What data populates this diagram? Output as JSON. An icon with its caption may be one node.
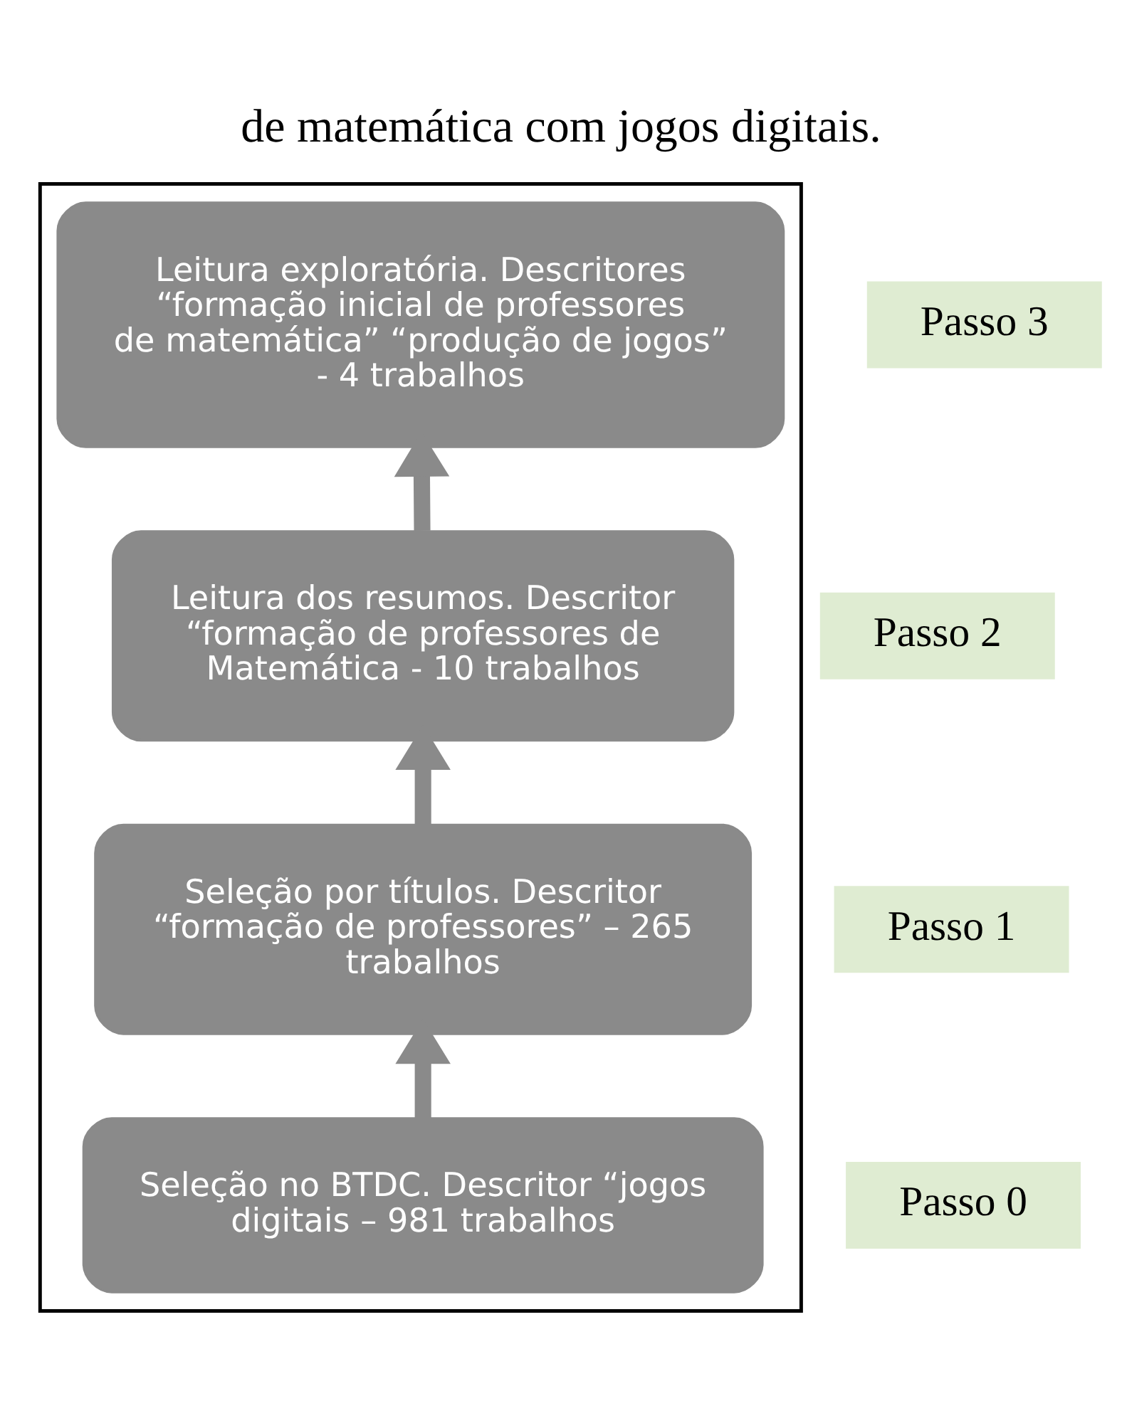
{
  "diagram": {
    "title": "de matemática com jogos digitais.",
    "nodes": [
      {
        "text": [],
        "shape": "box"
      },
      {
        "text": [
          "Leitura exploratória. Descritores “formação inicial de professores de matemática” “produção de jogos” - 4 trabalhos"
        ],
        "in": 0,
        "beside": [
          "Passo 3"
        ]
      },
      {
        "text": [
          "Leitura dos resumos. Descritor “formação de professores de Matemática - 10 trabalhos"
        ],
        "in": 0,
        "beside": [
          "Passo 2"
        ]
      },
      {
        "text": [
          "Seleção por títulos. Descritor “formação de professores” – 265 trabalhos"
        ],
        "in": 0,
        "beside": [
          "Passo 1"
        ]
      },
      {
        "text": [
          "Seleção no BTDC. Descritor “jogos digitais – 981 trabalhos"
        ],
        "in": 0,
        "beside": [
          "Passo 0"
        ]
      }
    ],
    "edges": [
      {
        "from": 4,
        "to": 3,
        "arrow": "to"
      },
      {
        "from": 3,
        "to": 2,
        "arrow": "to"
      },
      {
        "from": 2,
        "to": 1,
        "arrow": "to"
      }
    ]
  }
}
